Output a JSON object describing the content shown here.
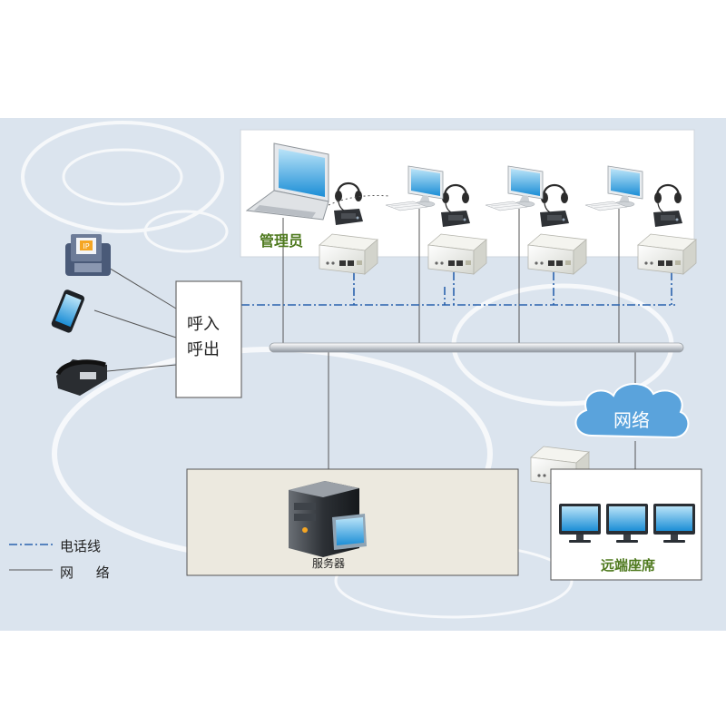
{
  "labels": {
    "admin": "管理员",
    "call_in": "呼入",
    "call_out": "呼出",
    "cloud": "网络",
    "server": "服务器",
    "remote": "远端座席"
  },
  "legend": {
    "phone_line": "电话线",
    "network": "网 络"
  },
  "colors": {
    "background": "#dbe4ee",
    "phone_line": "#2a63ad",
    "network_line": "#555555",
    "label_green": "#4f7a1f",
    "cloud": "#5aa3dc"
  },
  "icons": [
    "laptop-icon",
    "headset-phone-icon",
    "desktop-monitor-icon",
    "keyboard-icon",
    "voice-gateway-box-icon",
    "ip-phone-icon",
    "smartphone-icon",
    "desk-telephone-icon",
    "server-icon",
    "network-cloud-icon"
  ]
}
